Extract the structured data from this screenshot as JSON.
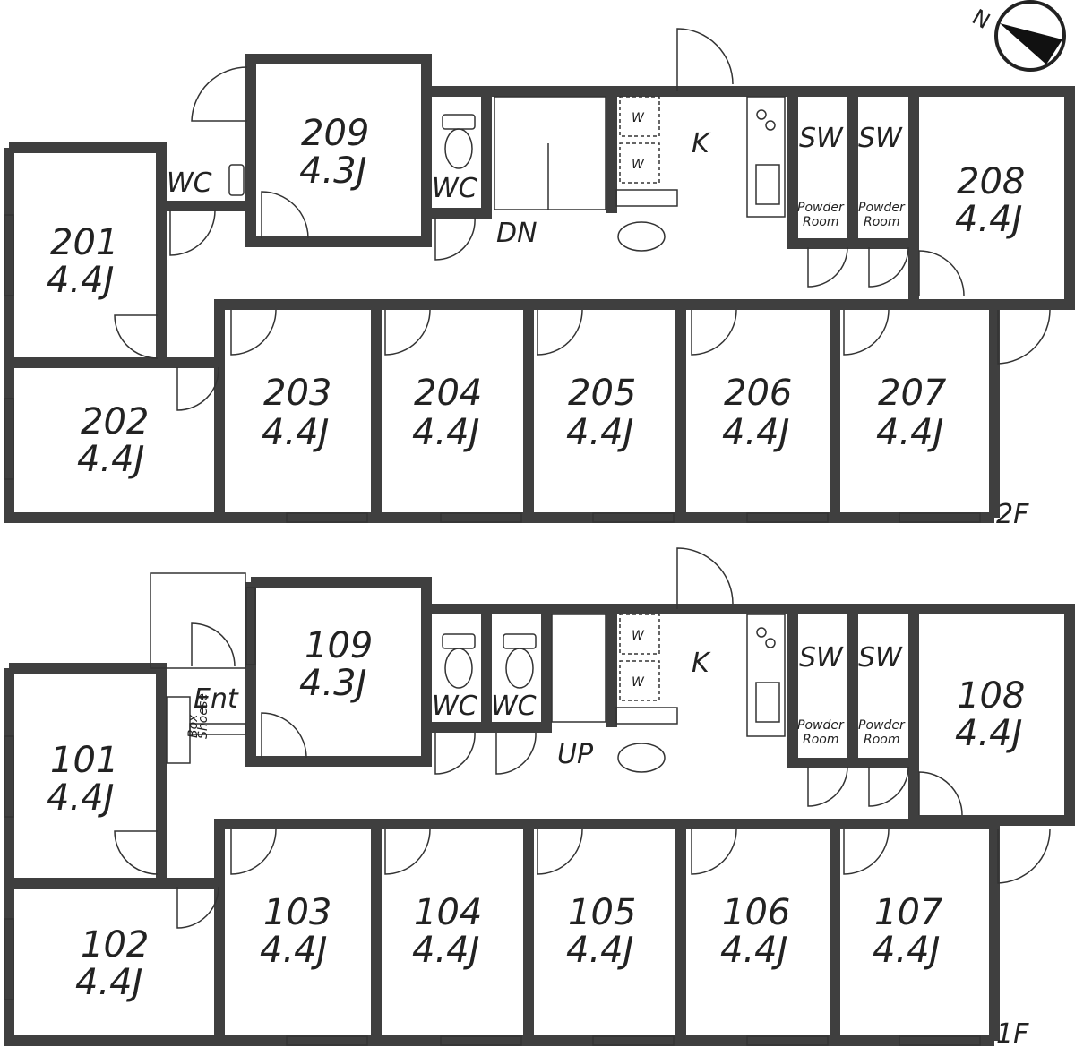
{
  "compass": {
    "north_label": "N",
    "icon": "compass-icon"
  },
  "floors": {
    "second": {
      "label": "2F",
      "rooms": [
        {
          "number": "209",
          "size": "4.3J"
        },
        {
          "number": "201",
          "size": "4.4J"
        },
        {
          "number": "202",
          "size": "4.4J"
        },
        {
          "number": "203",
          "size": "4.4J"
        },
        {
          "number": "204",
          "size": "4.4J"
        },
        {
          "number": "205",
          "size": "4.4J"
        },
        {
          "number": "206",
          "size": "4.4J"
        },
        {
          "number": "207",
          "size": "4.4J"
        },
        {
          "number": "208",
          "size": "4.4J"
        }
      ],
      "wc_labels": [
        "WC",
        "WC"
      ],
      "stairs_label": "DN",
      "washer_label": "W",
      "kitchen_label": "K",
      "shower_labels": [
        "SW",
        "SW"
      ],
      "powder_labels": [
        "Powder",
        "Room",
        "Powder",
        "Room"
      ]
    },
    "first": {
      "label": "1F",
      "rooms": [
        {
          "number": "109",
          "size": "4.3J"
        },
        {
          "number": "101",
          "size": "4.4J"
        },
        {
          "number": "102",
          "size": "4.4J"
        },
        {
          "number": "103",
          "size": "4.4J"
        },
        {
          "number": "104",
          "size": "4.4J"
        },
        {
          "number": "105",
          "size": "4.4J"
        },
        {
          "number": "106",
          "size": "4.4J"
        },
        {
          "number": "107",
          "size": "4.4J"
        },
        {
          "number": "108",
          "size": "4.4J"
        }
      ],
      "wc_labels": [
        "WC",
        "WC"
      ],
      "stairs_label": "UP",
      "washer_label": "W",
      "kitchen_label": "K",
      "shower_labels": [
        "SW",
        "SW"
      ],
      "powder_labels": [
        "Powder",
        "Room",
        "Powder",
        "Room"
      ],
      "entrance_label": "Ent",
      "shoe_box_label": "Shoese",
      "shoe_box_label2": "Box"
    }
  }
}
